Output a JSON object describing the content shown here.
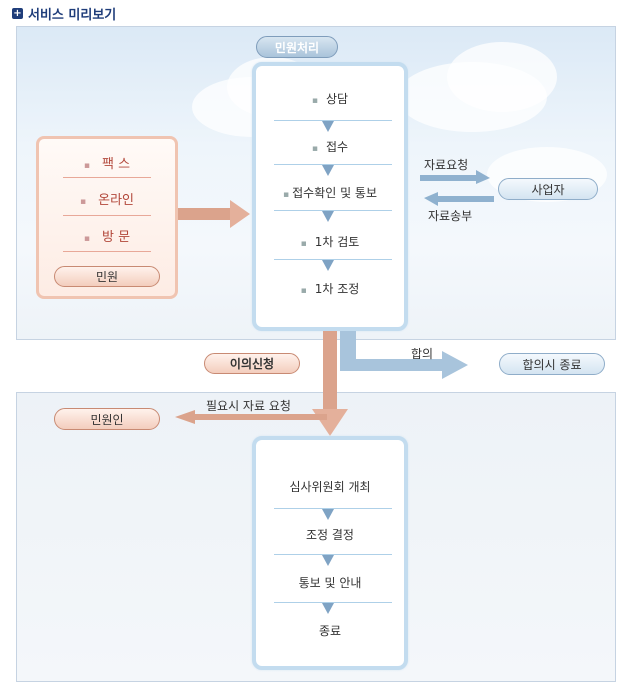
{
  "header": {
    "title": "서비스 미리보기",
    "icon": "plus-square-icon"
  },
  "process": {
    "header": "민원처리",
    "steps": [
      "상담",
      "접수",
      "접수확인 및 통보",
      "1차 검토",
      "1차 조정"
    ]
  },
  "intake": {
    "channels": [
      "팩 스",
      "온라인",
      "방 문"
    ],
    "label": "민원"
  },
  "business": {
    "label": "사업자",
    "request_label": "자료요청",
    "send_label": "자료송부"
  },
  "flow": {
    "objection_label": "이의신청",
    "agreement_label": "합의",
    "agreement_end_label": "합의시 종료",
    "extra_request_label": "필요시 자료 요청",
    "complainant_label": "민원인"
  },
  "review": {
    "steps": [
      "심사위원회 개최",
      "조정 결정",
      "통보 및 안내",
      "종료"
    ]
  },
  "colors": {
    "title": "#1f3d7a",
    "blue_arrow": "#8fb1cf",
    "red_arrow": "#dba38c"
  }
}
